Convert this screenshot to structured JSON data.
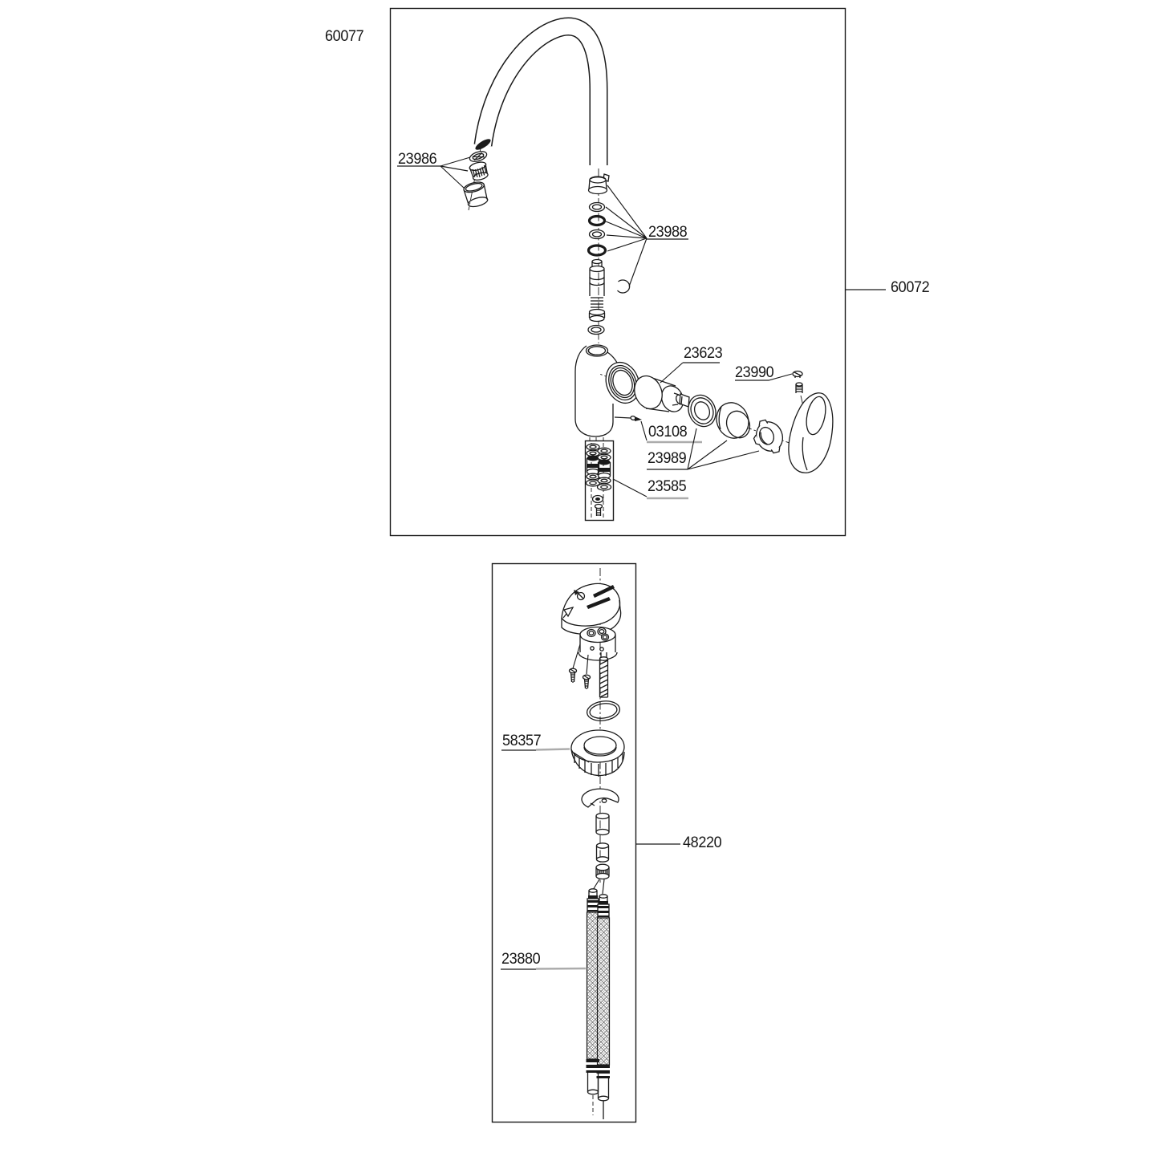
{
  "labels": {
    "assembly_spout": "60077",
    "assembly_faucet": "60072",
    "assembly_mounting": "48220",
    "part_aerator": "23986",
    "part_spout_seals": "23988",
    "part_cartridge": "23623",
    "part_handle_screw": "23990",
    "part_set_screw": "03108",
    "part_cartridge_fixing": "23989",
    "part_check_valves": "23585",
    "part_mounting_base": "58357",
    "part_supply_hoses": "23880"
  },
  "colors": {
    "line": "#1a1a1a",
    "underline_gray": "#acacac",
    "background": "#ffffff"
  }
}
